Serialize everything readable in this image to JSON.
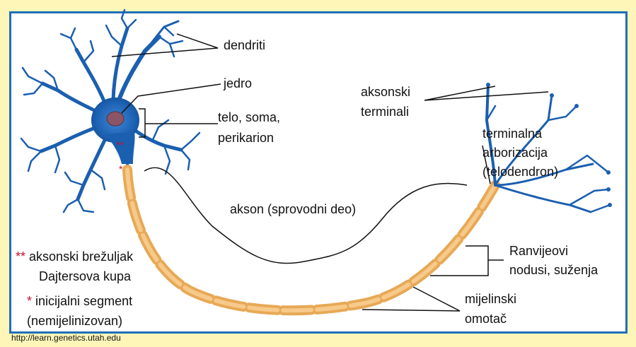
{
  "labels": {
    "dendrites": "dendriti",
    "nucleus": "jedro",
    "body_line1": "telo, soma,",
    "body_line2": "perikarion",
    "terminals_line1": "aksonski",
    "terminals_line2": "terminali",
    "arbor_line1": "terminalna",
    "arbor_line2": "arborizacija",
    "arbor_line3": "(telodendron)",
    "axon": "akson (sprovodni deo)",
    "ranvier_line1": "Ranvijeovi",
    "ranvier_line2": "nodusi, suženja",
    "myelin_line1": "mijelinski",
    "myelin_line2": "omotač"
  },
  "legend": {
    "hillock_marker": "**",
    "hillock_line1": "aksonski brežuljak",
    "hillock_line2": "Dajtersova kupa",
    "segment_marker": "*",
    "segment_line1": "inicijalni segment",
    "segment_line2": "(nemijelinizovan)"
  },
  "source": "http://learn.genetics.utah.edu",
  "colors": {
    "frame": "#1f6fb8",
    "background": "#fdf6b8",
    "neuron": "#1b5fb0",
    "myelin": "#f5b868",
    "nucleus": "#8a5566",
    "marker": "#c8102e"
  }
}
